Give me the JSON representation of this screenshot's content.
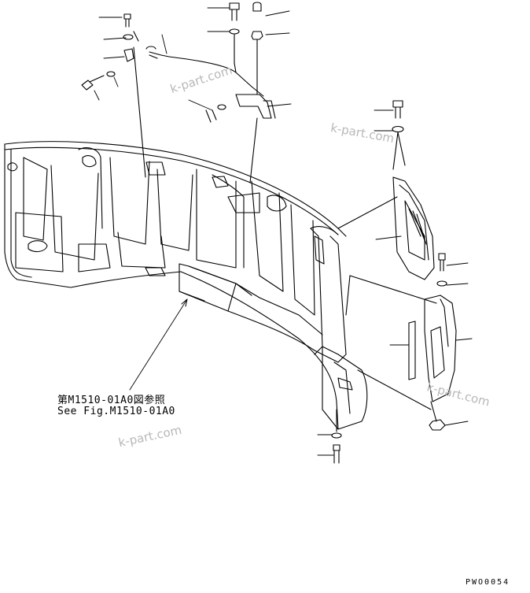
{
  "diagram": {
    "reference_jp": "第M1510-01A0図参照",
    "reference_en": "See Fig.M1510-01A0",
    "drawing_code": "PWO0054",
    "watermarks": [
      "k-part.com",
      "k-part.com",
      "k-part.com",
      "k-part.com"
    ]
  }
}
